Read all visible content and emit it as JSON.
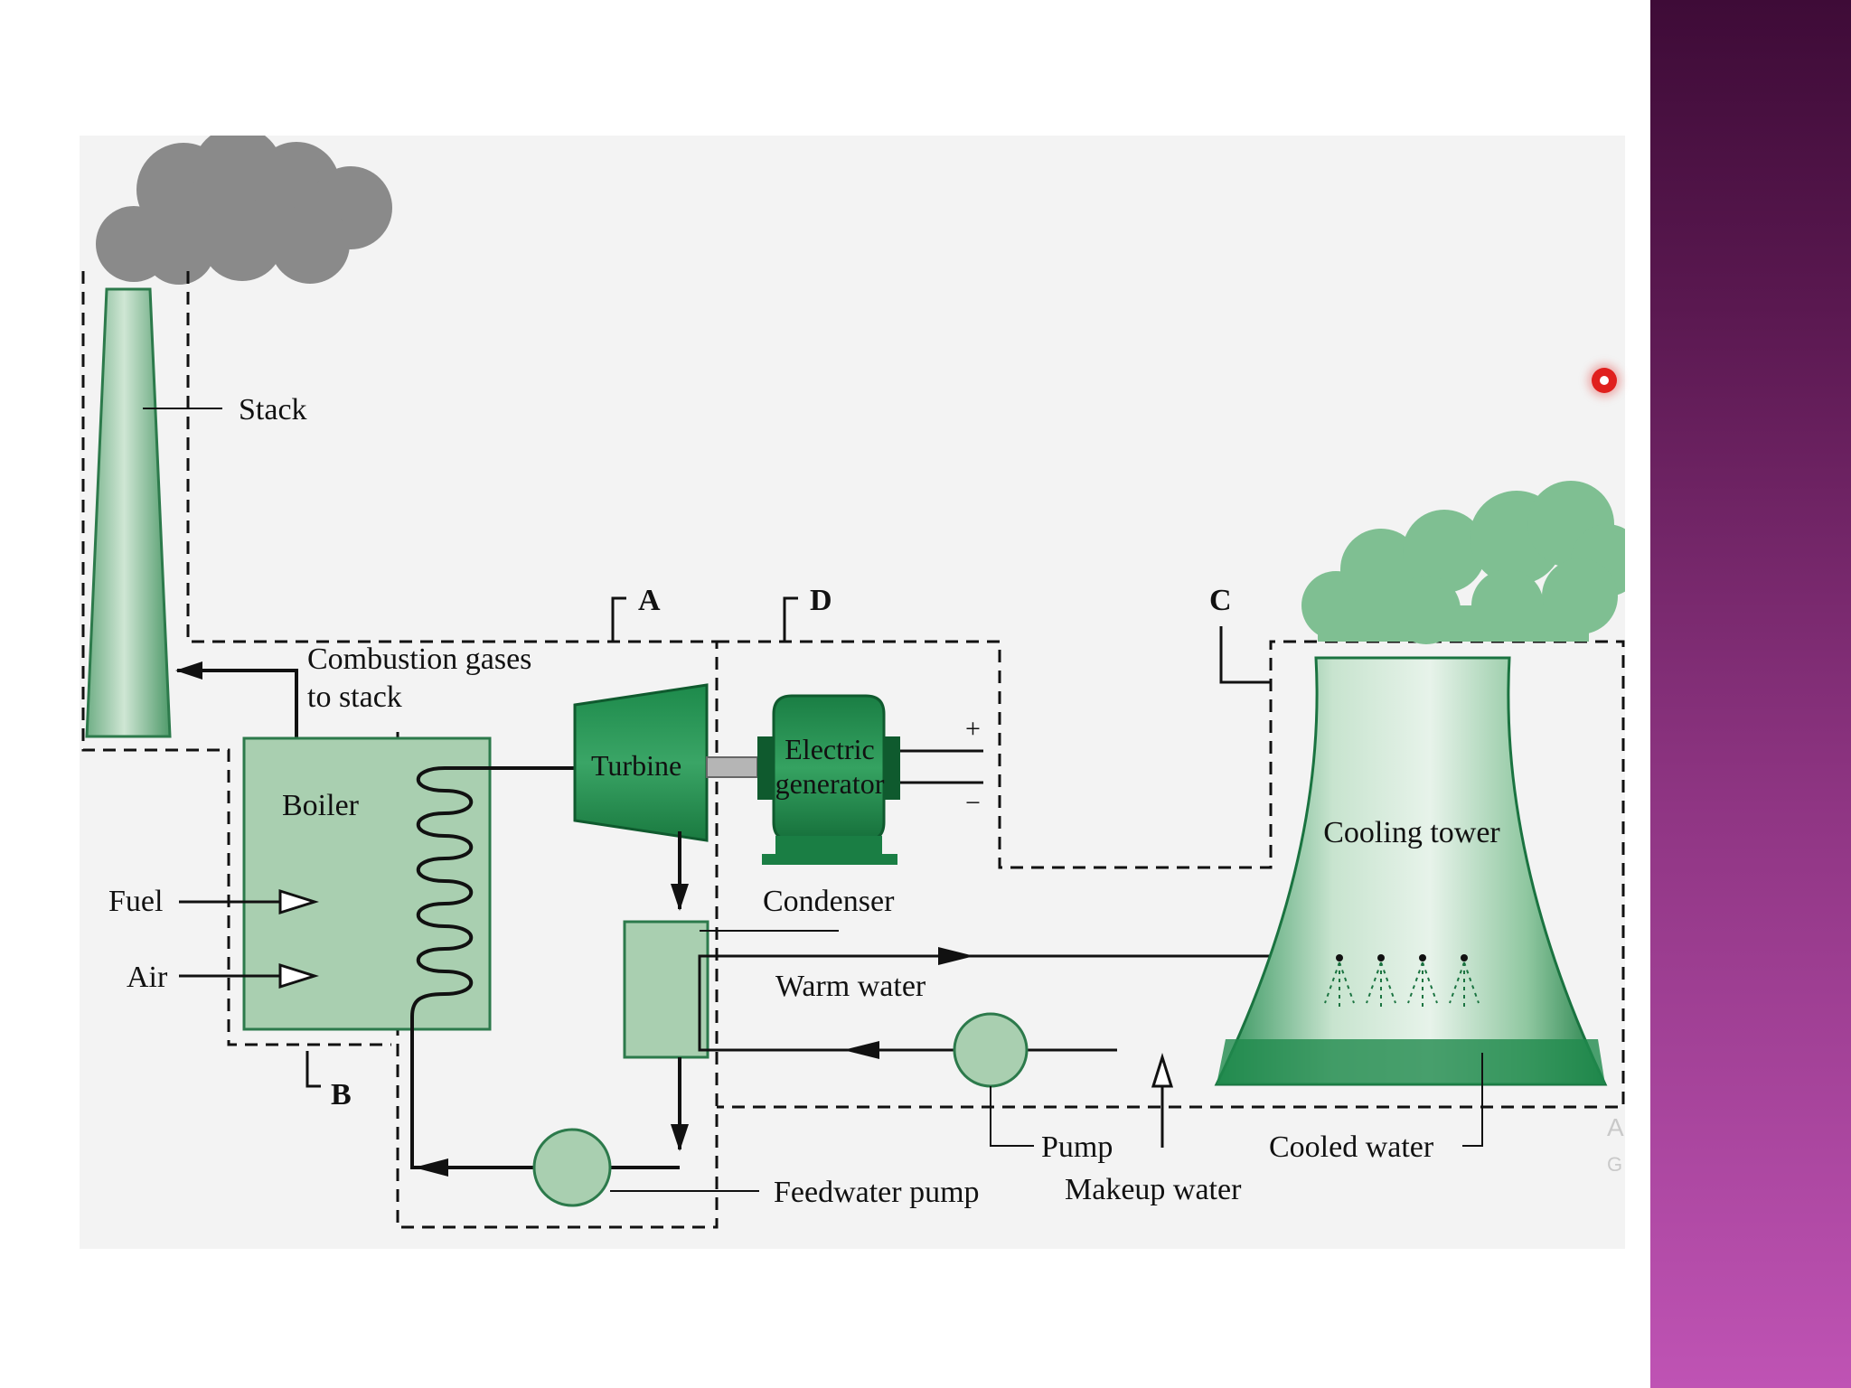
{
  "labels": {
    "stack": "Stack",
    "combustion_gases_line1": "Combustion gases",
    "combustion_gases_line2": "to stack",
    "boiler": "Boiler",
    "fuel": "Fuel",
    "air": "Air",
    "turbine": "Turbine",
    "generator_line1": "Electric",
    "generator_line2": "generator",
    "plus": "+",
    "minus": "−",
    "condenser": "Condenser",
    "warm_water": "Warm water",
    "cooling_tower": "Cooling tower",
    "pump": "Pump",
    "makeup_water": "Makeup water",
    "cooled_water": "Cooled water",
    "feedwater_pump": "Feedwater pump",
    "region_a": "A",
    "region_b": "B",
    "region_c": "C",
    "region_d": "D"
  },
  "watermark": {
    "line1": "A",
    "line2": "G"
  },
  "colors": {
    "equipment_green": "#1f8a4c",
    "light_green": "#a9cfb0",
    "smoke_gray": "#8a8a8a",
    "steam_green": "#7fbf92",
    "recording_dot": "#e0201e",
    "sidebar_top": "#3e0b37",
    "sidebar_bottom": "#bf53b4"
  },
  "icons": {
    "recording_indicator": "record-dot-icon"
  }
}
